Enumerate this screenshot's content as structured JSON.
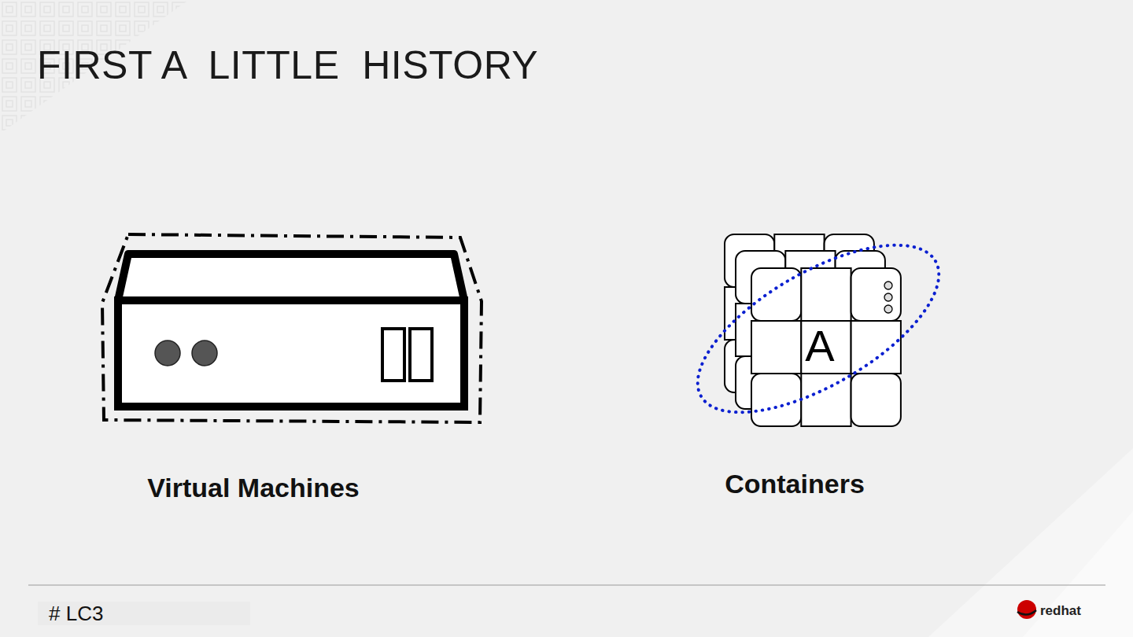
{
  "diagram": {
    "title": "FIRST A  LITTLE  HISTORY",
    "labels": [
      "Virtual Machines",
      "Containers",
      "A",
      "# LC3",
      "redhat"
    ]
  }
}
